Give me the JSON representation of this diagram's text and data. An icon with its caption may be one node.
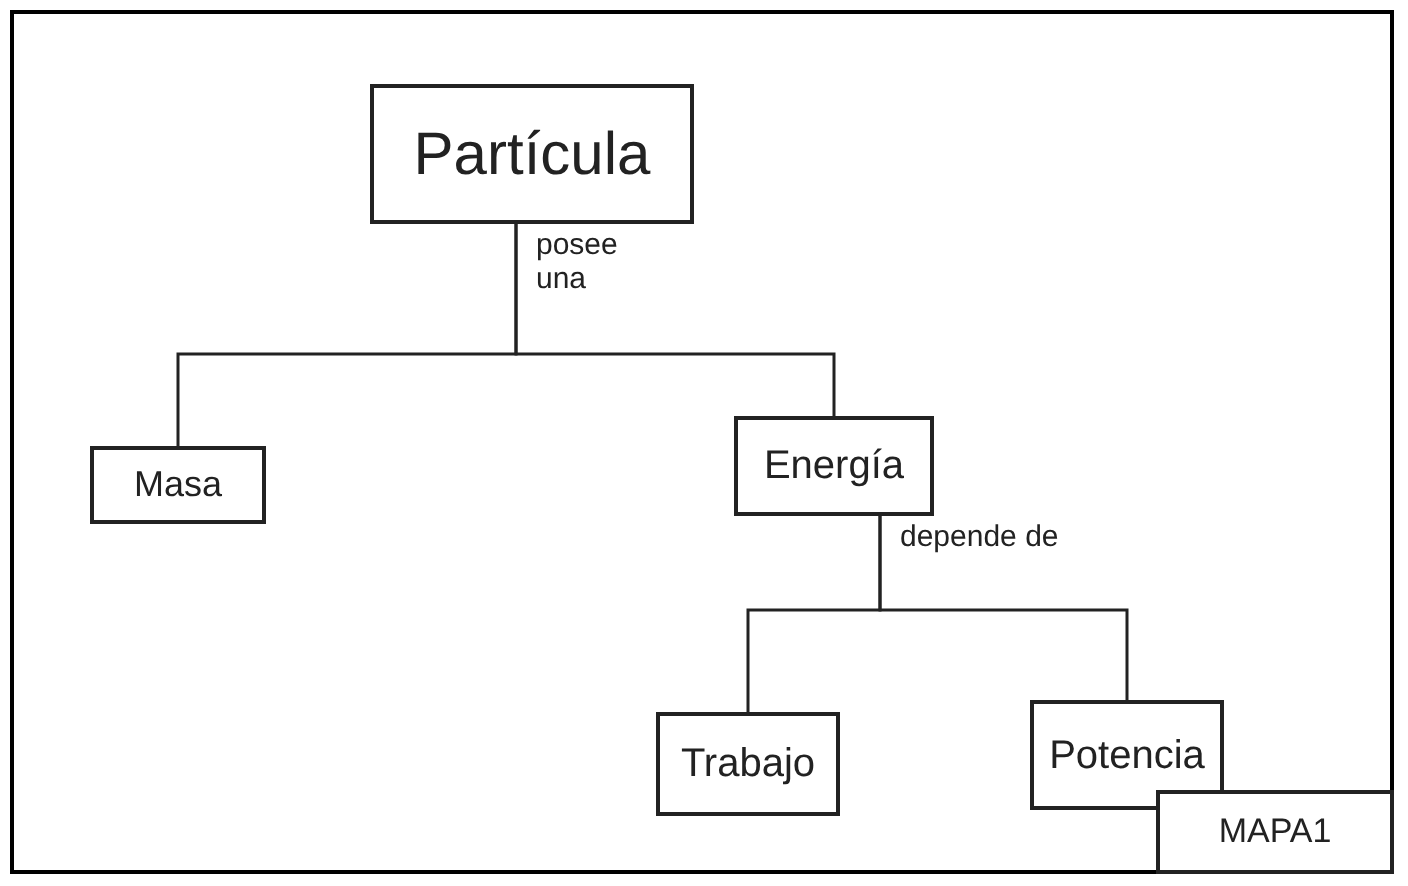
{
  "diagram": {
    "nodes": [
      {
        "text": [
          "Partícula"
        ]
      },
      {
        "text": [
          "Masa"
        ]
      },
      {
        "text": [
          "Energía"
        ]
      },
      {
        "text": [
          "Trabajo"
        ]
      },
      {
        "text": [
          "Potencia"
        ]
      },
      {
        "text": [
          "MAPA1"
        ]
      }
    ],
    "edges": [
      {
        "from": 0,
        "to": 1,
        "arrow": "none",
        "label": "posee una"
      },
      {
        "from": 0,
        "to": 2,
        "arrow": "none"
      },
      {
        "from": 2,
        "to": 3,
        "arrow": "none",
        "label": "depende de"
      },
      {
        "from": 2,
        "to": 4,
        "arrow": "none"
      }
    ]
  }
}
